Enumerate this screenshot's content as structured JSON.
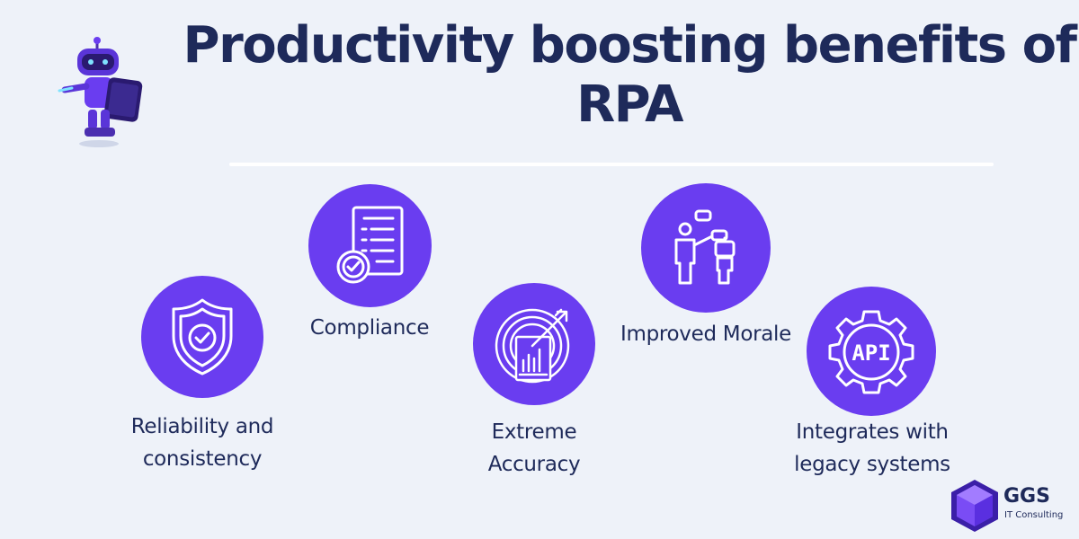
{
  "title": "Productivity boosting benefits of RPA",
  "benefits": [
    {
      "label": "Reliability and consistency",
      "icon": "shield-check-icon"
    },
    {
      "label": "Compliance",
      "icon": "checklist-icon"
    },
    {
      "label": "Extreme Accuracy",
      "icon": "target-chart-icon"
    },
    {
      "label": "Improved Morale",
      "icon": "robot-human-chat-icon"
    },
    {
      "label": "Integrates with legacy systems",
      "icon": "api-gear-icon"
    }
  ],
  "logo": {
    "name": "GGS",
    "tagline": "IT Consulting"
  },
  "colors": {
    "accent": "#6a3df0",
    "text": "#1e2a5a",
    "background": "#eef2f9"
  }
}
